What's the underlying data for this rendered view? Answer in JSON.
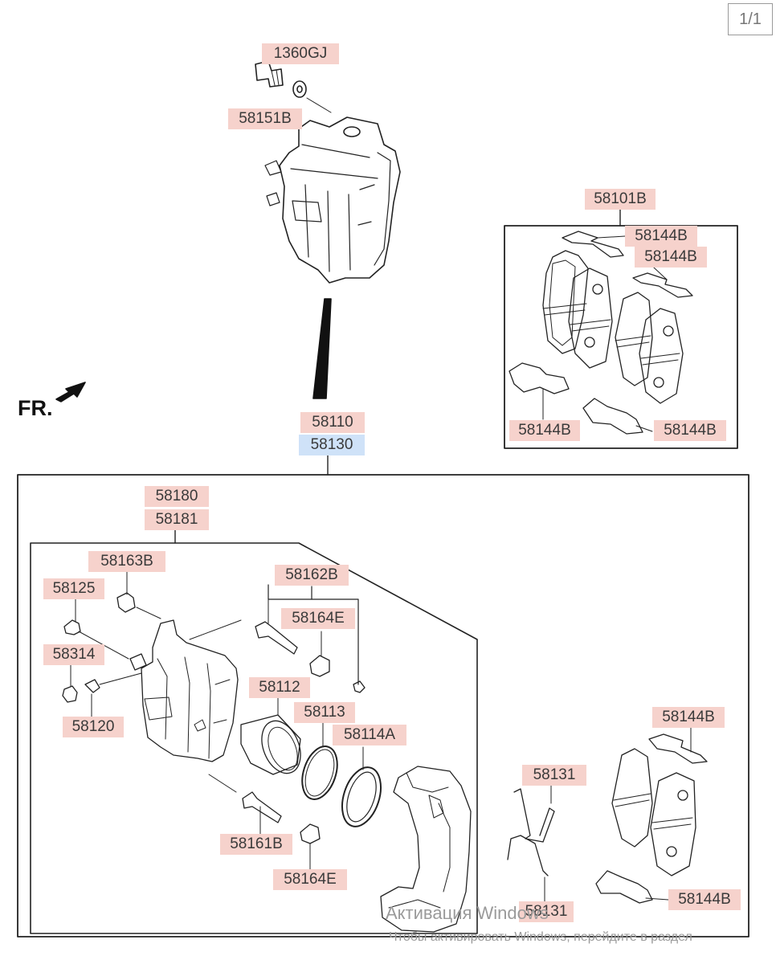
{
  "page_indicator": "1/1",
  "direction_label": "FR.",
  "labels": {
    "p1360GJ": "1360GJ",
    "p58151B": "58151B",
    "p58101B": "58101B",
    "p58144B_a": "58144B",
    "p58144B_b": "58144B",
    "p58144B_c": "58144B",
    "p58144B_d": "58144B",
    "p58110": "58110",
    "p58130": "58130",
    "p58180": "58180",
    "p58181": "58181",
    "p58163B": "58163B",
    "p58125": "58125",
    "p58162B": "58162B",
    "p58164E_a": "58164E",
    "p58314": "58314",
    "p58112": "58112",
    "p58113": "58113",
    "p58114A": "58114A",
    "p58120": "58120",
    "p58131_a": "58131",
    "p58144B_e": "58144B",
    "p58161B": "58161B",
    "p58164E_b": "58164E",
    "p58144B_f": "58144B",
    "p58131_b": "58131"
  },
  "watermark": {
    "line1": "Активация Windows",
    "line2": "Чтобы активировать Windows, перейдите в раздел"
  },
  "colors": {
    "label_bg": "#f6d2cc",
    "highlight_bg": "#cfe2f8",
    "line": "#222222"
  }
}
